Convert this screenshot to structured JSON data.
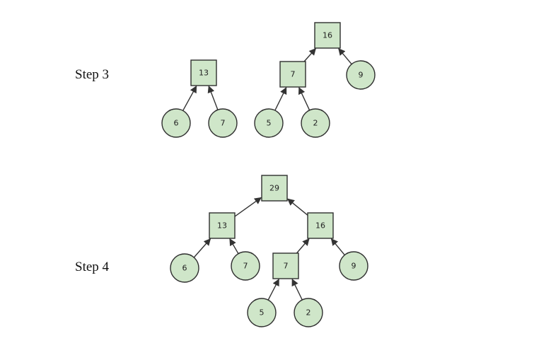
{
  "labels": {
    "step3": "Step 3",
    "step4": "Step 4"
  },
  "colors": {
    "node_fill": "#cfe6c9",
    "node_stroke": "#2f2f2f",
    "edge": "#333333"
  },
  "steps": [
    {
      "id": "step3",
      "trees": [
        {
          "value": "13",
          "shape": "square",
          "children": [
            {
              "value": "6",
              "shape": "circle"
            },
            {
              "value": "7",
              "shape": "circle"
            }
          ]
        },
        {
          "value": "16",
          "shape": "square",
          "children": [
            {
              "value": "7",
              "shape": "square",
              "children": [
                {
                  "value": "5",
                  "shape": "circle"
                },
                {
                  "value": "2",
                  "shape": "circle"
                }
              ]
            },
            {
              "value": "9",
              "shape": "circle"
            }
          ]
        }
      ]
    },
    {
      "id": "step4",
      "trees": [
        {
          "value": "29",
          "shape": "square",
          "children": [
            {
              "value": "13",
              "shape": "square",
              "children": [
                {
                  "value": "6",
                  "shape": "circle"
                },
                {
                  "value": "7",
                  "shape": "circle"
                }
              ]
            },
            {
              "value": "16",
              "shape": "square",
              "children": [
                {
                  "value": "7",
                  "shape": "square",
                  "children": [
                    {
                      "value": "5",
                      "shape": "circle"
                    },
                    {
                      "value": "2",
                      "shape": "circle"
                    }
                  ]
                },
                {
                  "value": "9",
                  "shape": "circle"
                }
              ]
            }
          ]
        }
      ]
    }
  ]
}
